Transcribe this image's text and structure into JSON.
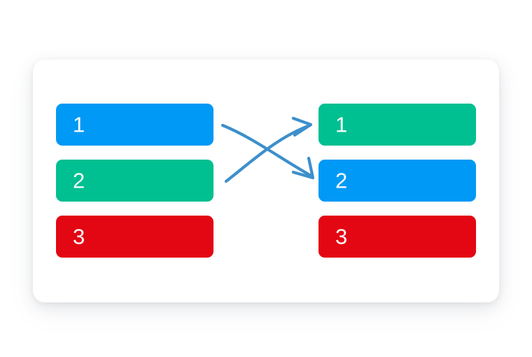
{
  "page": {
    "background_color": "#ffffff",
    "title": "Swap positions diagram"
  },
  "card": {
    "background_color": "#ffffff",
    "corner_radius": "17px"
  },
  "palette": {
    "blue": "#0099F5",
    "green": "#00BF91",
    "red": "#E30613",
    "arrow": "#3D8FCB",
    "label_text": "#ffffff"
  },
  "left_column": {
    "name": "before-list",
    "blocks": [
      {
        "label": "1",
        "color": "#0099F5",
        "color_name": "blue"
      },
      {
        "label": "2",
        "color": "#00BF91",
        "color_name": "green"
      },
      {
        "label": "3",
        "color": "#E30613",
        "color_name": "red"
      }
    ]
  },
  "right_column": {
    "name": "after-list",
    "blocks": [
      {
        "label": "1",
        "color": "#00BF91",
        "color_name": "green"
      },
      {
        "label": "2",
        "color": "#0099F5",
        "color_name": "blue"
      },
      {
        "label": "3",
        "color": "#E30613",
        "color_name": "red"
      }
    ]
  },
  "arrows": [
    {
      "name": "arrow-row1-to-row2",
      "from": "left-block-1",
      "to": "right-block-2",
      "direction": "down-right",
      "color": "#3D8FCB"
    },
    {
      "name": "arrow-row2-to-row1",
      "from": "left-block-2",
      "to": "right-block-1",
      "direction": "up-right",
      "color": "#3D8FCB"
    }
  ]
}
